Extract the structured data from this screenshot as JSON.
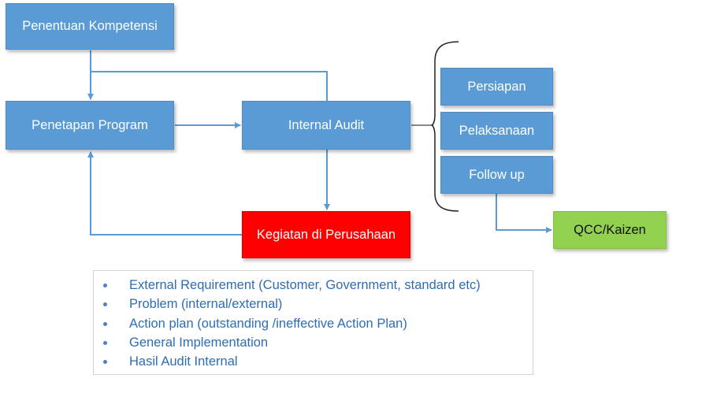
{
  "nodes": {
    "penentuan_kompetensi": "Penentuan Kompetensi",
    "penetapan_program": "Penetapan Program",
    "internal_audit": "Internal Audit",
    "kegiatan_perusahaan": "Kegiatan di Perusahaan",
    "persiapan": "Persiapan",
    "pelaksanaan": "Pelaksanaan",
    "follow_up": "Follow up",
    "qcc_kaizen": "QCC/Kaizen"
  },
  "bullets": [
    "External Requirement (Customer, Government, standard etc)",
    "Problem (internal/external)",
    "Action plan (outstanding /ineffective Action Plan)",
    "General Implementation",
    "Hasil Audit Internal"
  ],
  "colors": {
    "box_blue": "#5b9bd5",
    "box_red": "#ff0000",
    "box_green": "#92d050",
    "connector": "#5b9bd5",
    "bullet_text": "#2e6db4"
  }
}
